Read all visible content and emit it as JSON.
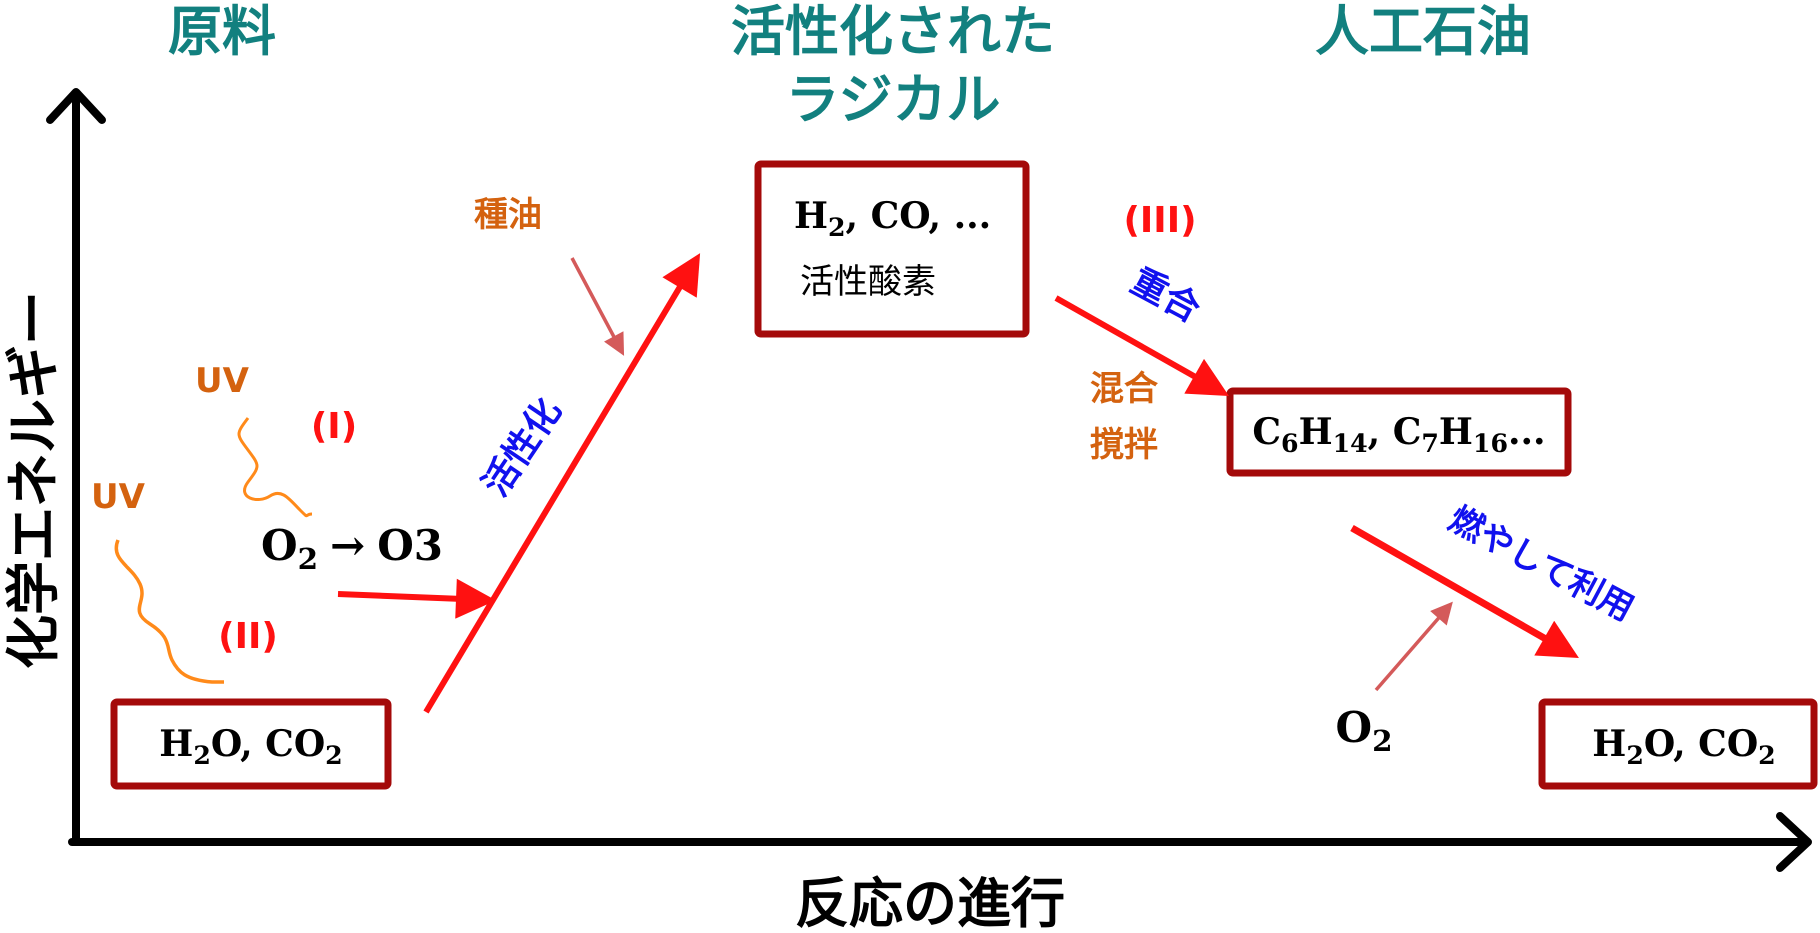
{
  "colors": {
    "header": "#12807f",
    "box_stroke": "#a40a0a",
    "arrow_red": "#ff1111",
    "arrow_light": "#d45a5a",
    "uv": "#d4620f",
    "roman": "#ff1111",
    "process": "#1111ee",
    "orange_text": "#d4620f",
    "wavy": "#ff8a1a",
    "axis": "#000000"
  },
  "headers": {
    "raw": "原料",
    "radical_line1": "活性化された",
    "radical_line2": "ラジカル",
    "oil": "人工石油"
  },
  "axes": {
    "y_label": "化学エネルギー",
    "x_label": "反応の進行"
  },
  "boxes": {
    "start": {
      "a": "H",
      "a_sub": "2",
      "b": "O, CO",
      "b_sub": "2"
    },
    "radical": {
      "line1_a": "H",
      "line1_sub": "2",
      "line1_b": ", CO, ...",
      "line2": "活性酸素"
    },
    "oil": {
      "a": "C",
      "a_sub": "6",
      "b": "H",
      "b_sub": "14",
      "c": ", C",
      "c_sub": "7",
      "d": "H",
      "d_sub": "16",
      "e": "..."
    },
    "end": {
      "a": "H",
      "a_sub": "2",
      "b": "O, CO",
      "b_sub": "2"
    }
  },
  "labels": {
    "uv_1": "UV",
    "uv_2": "UV",
    "roman_1": "(I)",
    "roman_2": "(II)",
    "roman_3": "(III)",
    "seed_oil": "種油",
    "activation": "活性化",
    "polymerization": "重合",
    "mixing_1": "混合",
    "mixing_2": "撹拌",
    "burn_use": "燃やして利用",
    "o2": "O",
    "o2_sub": "2",
    "ozone_a": "O",
    "ozone_sub": "2",
    "ozone_arrow": "→",
    "ozone_b": "O3"
  }
}
